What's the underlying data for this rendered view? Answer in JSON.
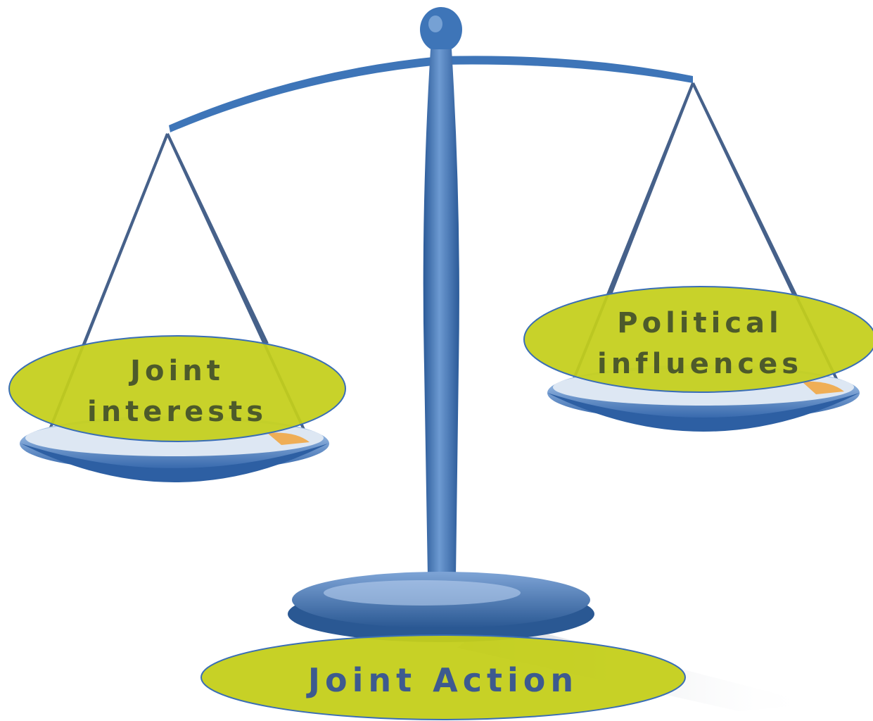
{
  "labels": {
    "left_pan": {
      "line1": "Joint",
      "line2": "interests"
    },
    "right_pan": {
      "line1": "Political",
      "line2": "influences"
    },
    "base": "Joint Action"
  },
  "colors": {
    "ellipse_fill": "#c4cf1a",
    "ellipse_stroke": "#3a6eb5",
    "pan_text": "#4d5a2b",
    "base_text": "#3d5a8f",
    "scale_blue": "#3e75b8",
    "scale_dark": "#2b5a98",
    "scale_light": "#a8c3e6"
  }
}
